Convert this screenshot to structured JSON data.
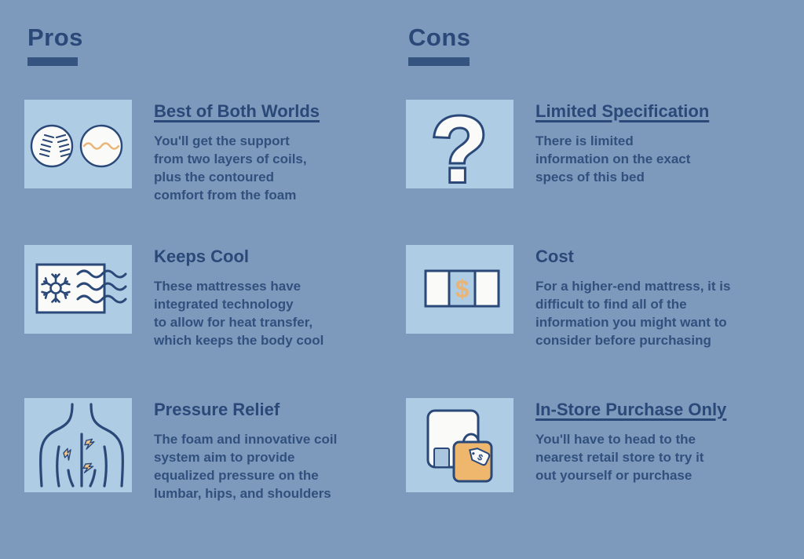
{
  "palette": {
    "background": "#7d99bc",
    "tile": "#aecde4",
    "navy": "#2a4878",
    "body_text": "#31507d",
    "orange": "#e9b475",
    "off_white": "#fafaf8"
  },
  "pros": {
    "header": "Pros",
    "items": [
      {
        "icon": "coils-foam-icon",
        "title": "Best of Both Worlds",
        "body": "You'll get the support\nfrom two layers of coils,\nplus the contoured\ncomfort from the foam"
      },
      {
        "icon": "snowflake-airflow-icon",
        "title": "Keeps Cool",
        "body": "These mattresses have\nintegrated technology\nto allow for heat transfer,\nwhich keeps the body cool"
      },
      {
        "icon": "back-pain-icon",
        "title": "Pressure Relief",
        "body": "The foam and innovative coil\nsystem aim to provide\nequalized pressure on the\nlumbar, hips, and shoulders"
      }
    ]
  },
  "cons": {
    "header": "Cons",
    "items": [
      {
        "icon": "question-mark-icon",
        "title": "Limited Specification",
        "body": "There is limited\ninformation on the exact\nspecs of this bed"
      },
      {
        "icon": "money-icon",
        "title": "Cost",
        "body": "For a higher-end mattress, it is\ndifficult to find all of the\ninformation you might want to\nconsider before purchasing"
      },
      {
        "icon": "store-bag-icon",
        "title": "In-Store Purchase Only",
        "body": "You'll have to head to the\nnearest retail store to try it\nout yourself or purchase"
      }
    ]
  }
}
